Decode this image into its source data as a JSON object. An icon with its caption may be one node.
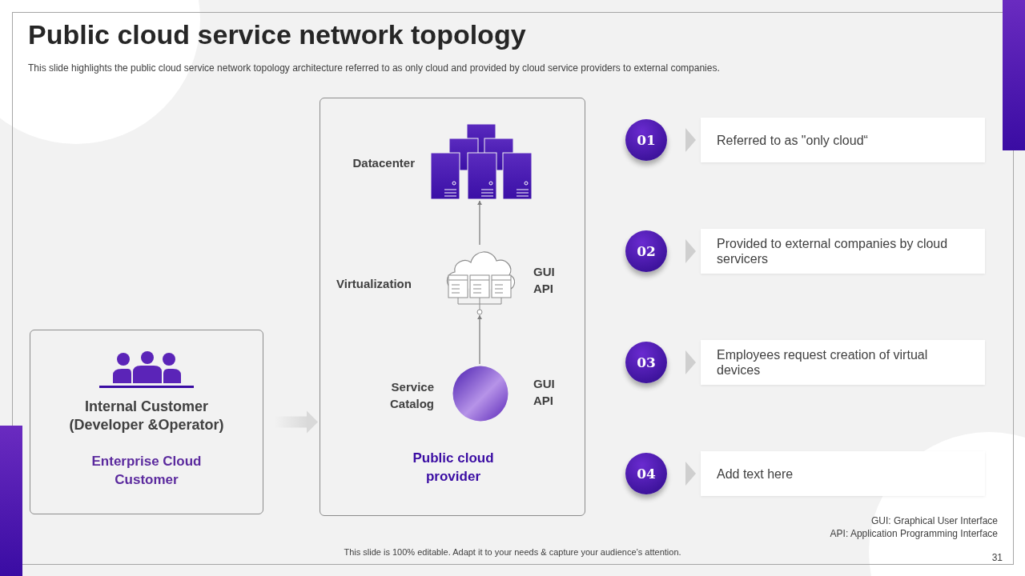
{
  "diagram": {
    "title": "Public cloud service network topology",
    "nodes": [
      {
        "text": [
          "Internal Customer (Developer &Operator)",
          "Enterprise Cloud Customer"
        ]
      },
      {
        "text": [
          "Public cloud provider"
        ]
      },
      {
        "text": [],
        "shape": "picture",
        "in": 1,
        "beside": [
          "Datacenter"
        ]
      },
      {
        "text": [],
        "shape": "picture",
        "in": 1,
        "beside": [
          "Virtualization",
          "GUI API"
        ]
      },
      {
        "text": [],
        "shape": "circle",
        "in": 1,
        "beside": [
          "Service Catalog",
          "GUI API"
        ]
      },
      {
        "text": [
          "01"
        ]
      },
      {
        "text": [
          "Referred to as \"only cloud“"
        ]
      },
      {
        "text": [
          "02"
        ]
      },
      {
        "text": [
          "Provided to external companies by cloud servicers"
        ]
      },
      {
        "text": [
          "03"
        ]
      },
      {
        "text": [
          "Employees request creation of virtual devices"
        ]
      },
      {
        "text": [
          "04"
        ]
      },
      {
        "text": [
          "Add text here"
        ]
      }
    ],
    "edges": [
      {
        "from": 0,
        "to": 1,
        "arrow": "to",
        "style": "thick",
        "color": "#d9d9d9"
      },
      {
        "from": 4,
        "to": 3,
        "arrow": "to",
        "color": "#7f7f7f"
      },
      {
        "from": 3,
        "to": 2,
        "arrow": "to",
        "color": "#7f7f7f"
      },
      {
        "from": 5,
        "to": 6,
        "arrow": "to"
      },
      {
        "from": 7,
        "to": 8,
        "arrow": "to"
      },
      {
        "from": 9,
        "to": 10,
        "arrow": "to"
      },
      {
        "from": 11,
        "to": 12,
        "arrow": "to"
      }
    ],
    "labels": [
      "This slide highlights the public cloud service network topology architecture referred to as only cloud and provided by cloud service providers to external companies.",
      "GUI: Graphical User Interface",
      "API: Application Programming Interface",
      "This slide is 100% editable. Adapt it to your needs & capture your audience’s attention.",
      "31"
    ]
  }
}
